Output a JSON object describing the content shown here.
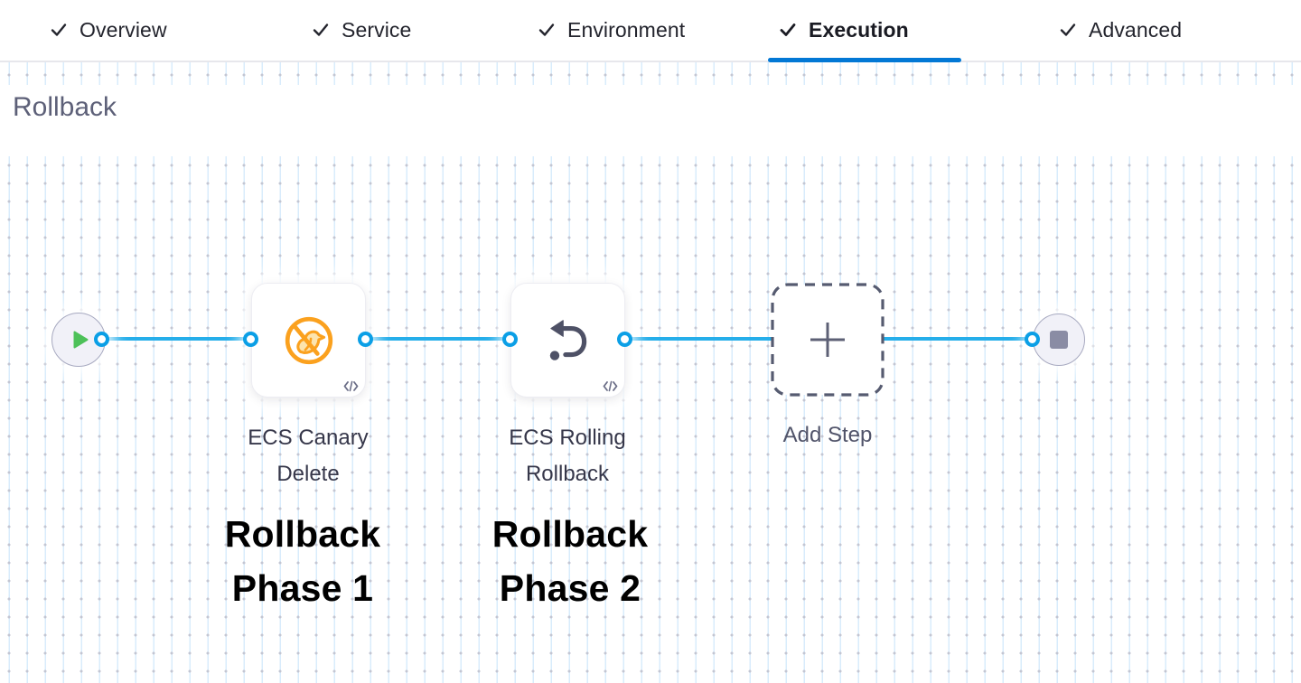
{
  "tabs": {
    "items": [
      {
        "label": "Overview",
        "icon": "check-icon",
        "checked": true,
        "active": false
      },
      {
        "label": "Service",
        "icon": "check-icon",
        "checked": true,
        "active": false
      },
      {
        "label": "Environment",
        "icon": "check-icon",
        "checked": true,
        "active": false
      },
      {
        "label": "Execution",
        "icon": "check-icon",
        "checked": true,
        "active": true
      },
      {
        "label": "Advanced",
        "icon": "check-icon",
        "checked": true,
        "active": false
      }
    ]
  },
  "canvas": {
    "title": "Rollback"
  },
  "pipeline": {
    "start_node": {
      "icon": "play-icon"
    },
    "end_node": {
      "icon": "stop-icon"
    },
    "steps": [
      {
        "name": "ECS Canary Delete",
        "name_lines": [
          "ECS Canary",
          "Delete"
        ],
        "icon": "canary-delete-icon",
        "badge_icon": "code-icon"
      },
      {
        "name": "ECS Rolling Rollback",
        "name_lines": [
          "ECS Rolling",
          "Rollback"
        ],
        "icon": "rollback-icon",
        "badge_icon": "code-icon"
      }
    ],
    "add_step": {
      "label": "Add Step",
      "icon": "plus-icon"
    },
    "annotations": [
      {
        "lines": [
          "Rollback",
          "Phase 1"
        ]
      },
      {
        "lines": [
          "Rollback",
          "Phase 2"
        ]
      }
    ]
  },
  "colors": {
    "connector_blue": "#25aeea",
    "port_ring_blue": "#0b9fe6",
    "active_tab_blue": "#0278d5",
    "canary_orange": "#fba11e",
    "play_green": "#4dc159",
    "icon_slate": "#4e5166",
    "node_fill": "#f1f1f8",
    "annotation_black": "#000000"
  }
}
